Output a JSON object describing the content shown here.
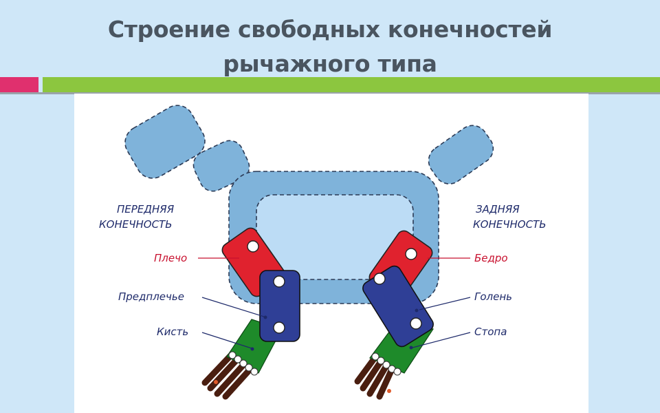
{
  "title": {
    "line1": "Строение  свободных конечностей",
    "line2": "рычажного типа"
  },
  "diagram": {
    "front_limb_label": [
      "ПЕРЕДНЯЯ",
      "КОНЕЧНОСТЬ"
    ],
    "hind_limb_label": [
      "ЗАДНЯЯ",
      "КОНЕЧНОСТЬ"
    ],
    "front_parts": {
      "upper": "Плечо",
      "middle": "Предплечье",
      "lower": "Кисть"
    },
    "hind_parts": {
      "upper": "Бедро",
      "middle": "Голень",
      "lower": "Стопа"
    },
    "colors": {
      "body": "#7fb3da",
      "body_inner": "#bcdcf5",
      "upper_segment": "#e0222e",
      "middle_segment": "#2f3f96",
      "lower_segment": "#1e8a2a",
      "digits": "#4a1e10",
      "label_dark": "#1e2a6a",
      "label_red": "#c8102e"
    }
  }
}
